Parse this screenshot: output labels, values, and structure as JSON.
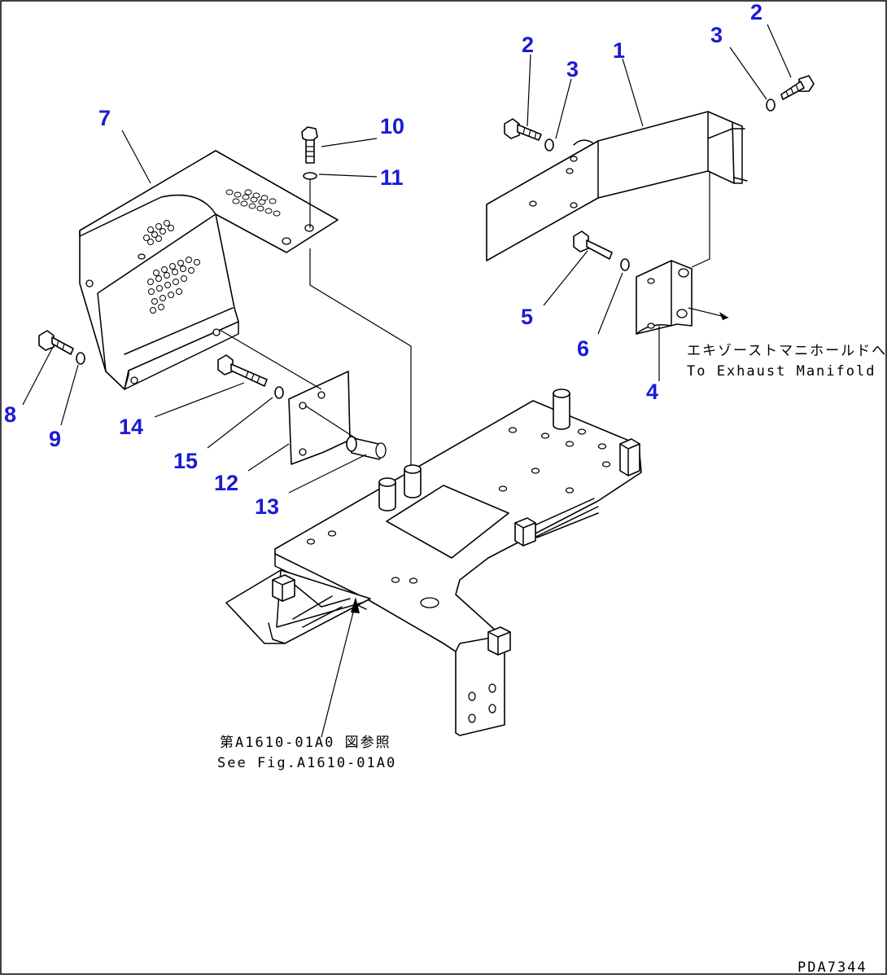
{
  "diagram": {
    "drawing_number": "PDA7344",
    "part_labels": [
      "1",
      "2",
      "2",
      "3",
      "3",
      "4",
      "5",
      "6",
      "7",
      "8",
      "9",
      "10",
      "11",
      "12",
      "13",
      "14",
      "15"
    ],
    "notes": {
      "exhaust_jp": "エキゾーストマニホールドへ",
      "exhaust_en": "To Exhaust Manifold",
      "ref_jp": "第A1610-01A0 図参照",
      "ref_en": "See Fig.A1610-01A0"
    },
    "colors": {
      "label": "#1a1ad6",
      "line": "#000000",
      "background": "#ffffff"
    }
  }
}
